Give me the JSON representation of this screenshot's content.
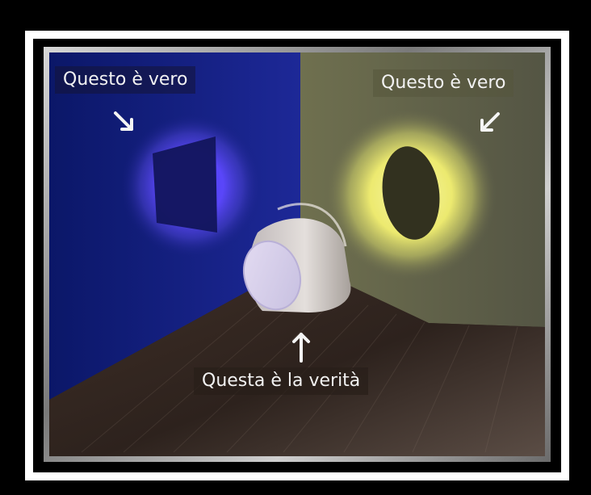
{
  "captions": {
    "left": "Questo è vero",
    "right": "Questo è vero",
    "bottom": "Questa è la verità"
  },
  "icons": {
    "left_arrow": "arrow-down-right-icon",
    "right_arrow": "arrow-down-left-icon",
    "bottom_arrow": "arrow-up-icon"
  },
  "colors": {
    "left_wall": "#101a78",
    "blue_glow": "#5c4dff",
    "right_wall": "#67684e",
    "yellow_glow": "#f3f37a",
    "floor": "#3a2b22",
    "cylinder": "#d8d2cf"
  }
}
